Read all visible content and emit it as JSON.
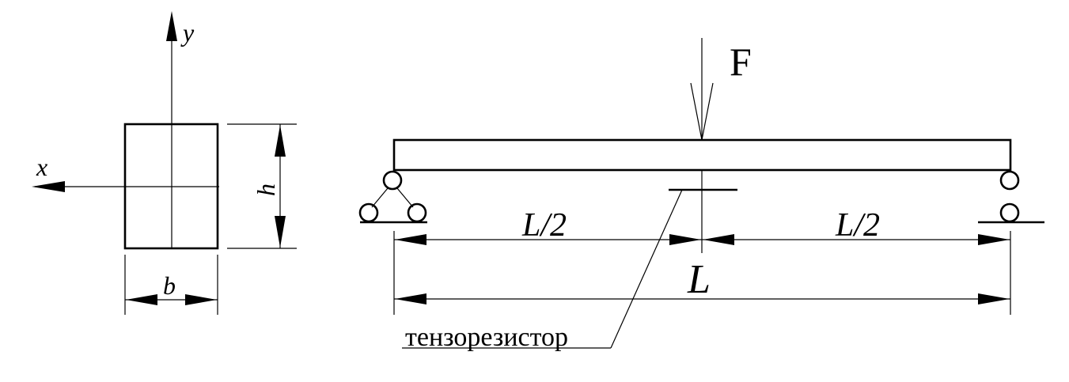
{
  "cross_section": {
    "axis_y_label": "y",
    "axis_x_label": "x",
    "height_label": "h",
    "width_label": "b"
  },
  "beam": {
    "force_label": "F",
    "half_span_left_label": "L/2",
    "half_span_right_label": "L/2",
    "span_label": "L",
    "gauge_label": "тензорезистор"
  }
}
